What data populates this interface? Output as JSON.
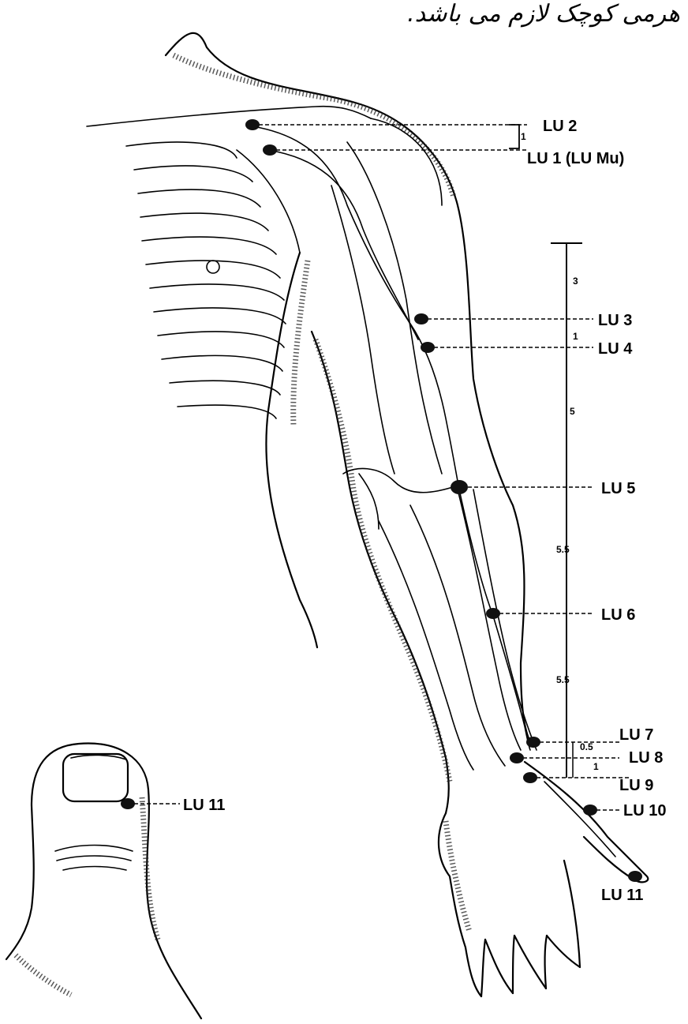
{
  "caption": "هرمی کوچک لازم می باشد.",
  "points": [
    {
      "id": "lu2",
      "label": "LU 2"
    },
    {
      "id": "lu1",
      "label": "LU 1 (LU Mu)"
    },
    {
      "id": "lu3",
      "label": "LU 3"
    },
    {
      "id": "lu4",
      "label": "LU 4"
    },
    {
      "id": "lu5",
      "label": "LU 5"
    },
    {
      "id": "lu6",
      "label": "LU 6"
    },
    {
      "id": "lu7",
      "label": "LU 7"
    },
    {
      "id": "lu8",
      "label": "LU 8"
    },
    {
      "id": "lu9",
      "label": "LU 9"
    },
    {
      "id": "lu10",
      "label": "LU 10"
    },
    {
      "id": "lu11_hand",
      "label": "LU 11"
    },
    {
      "id": "lu11_thumb",
      "label": "LU 11"
    }
  ],
  "scale": {
    "segments": [
      "3",
      "1",
      "5",
      "5.5",
      "5.5",
      "0.5",
      "1"
    ],
    "shoulder_gap": "1"
  }
}
